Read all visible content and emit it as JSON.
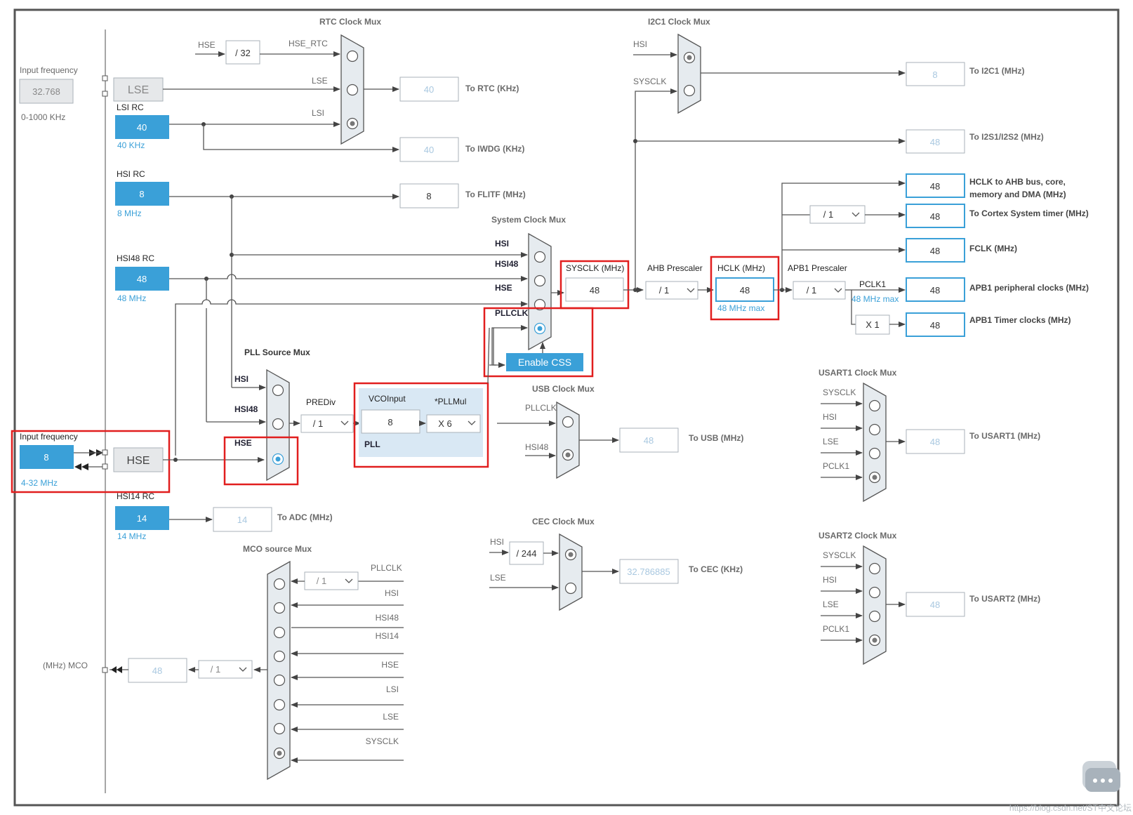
{
  "rtc_mux": {
    "title": "RTC Clock Mux",
    "hse_div": "/ 32",
    "in_hse": "HSE",
    "in_hse_rtc": "HSE_RTC",
    "in_lse": "LSE",
    "in_lsi": "LSI",
    "rtc_value": "40",
    "rtc_label": "To RTC (KHz)",
    "iwdg_value": "40",
    "iwdg_label": "To IWDG (KHz)"
  },
  "lse": {
    "input_label": "Input frequency",
    "input_value": "32.768",
    "range": "0-1000 KHz",
    "name": "LSE"
  },
  "lsi": {
    "title": "LSI RC",
    "value": "40",
    "sub": "40 KHz"
  },
  "hsi": {
    "title": "HSI RC",
    "value": "8",
    "sub": "8 MHz",
    "flitf_value": "8",
    "flitf_label": "To FLITF (MHz)"
  },
  "hsi48": {
    "title": "HSI48 RC",
    "value": "48",
    "sub": "48 MHz"
  },
  "hse": {
    "input_label": "Input frequency",
    "input_value": "8",
    "range": "4-32 MHz",
    "name": "HSE"
  },
  "hsi14": {
    "title": "HSI14 RC",
    "value": "14",
    "sub": "14 MHz",
    "adc_value": "14",
    "adc_label": "To ADC (MHz)"
  },
  "i2c1_mux": {
    "title": "I2C1 Clock Mux",
    "in_hsi": "HSI",
    "in_sysclk": "SYSCLK",
    "value": "8",
    "label": "To I2C1 (MHz)"
  },
  "i2s": {
    "value": "48",
    "label": "To I2S1/I2S2 (MHz)"
  },
  "outputs": {
    "hclk_bus_value": "48",
    "hclk_bus_label_1": "HCLK to AHB bus, core,",
    "hclk_bus_label_2": "memory and DMA (MHz)",
    "systimer_div": "/ 1",
    "systimer_value": "48",
    "systimer_label": "To Cortex System timer (MHz)",
    "fclk_value": "48",
    "fclk_label": "FCLK (MHz)",
    "apb1_periph_value": "48",
    "apb1_periph_label": "APB1 peripheral clocks (MHz)",
    "timer_mul": "X 1",
    "apb1_timer_value": "48",
    "apb1_timer_label": "APB1 Timer clocks (MHz)"
  },
  "sys_mux": {
    "title": "System Clock Mux",
    "in_hsi": "HSI",
    "in_hsi48": "HSI48",
    "in_hse": "HSE",
    "in_pllclk": "PLLCLK",
    "css_button": "Enable CSS"
  },
  "sysclk": {
    "label": "SYSCLK (MHz)",
    "value": "48"
  },
  "ahb": {
    "label": "AHB Prescaler",
    "value": "/ 1"
  },
  "hclk": {
    "label": "HCLK (MHz)",
    "value": "48",
    "note": "48 MHz max"
  },
  "apb1": {
    "label": "APB1 Prescaler",
    "value": "/ 1",
    "pclk1": "PCLK1",
    "pclk1_note": "48 MHz max"
  },
  "pll_mux": {
    "title": "PLL Source Mux",
    "in_hsi": "HSI",
    "in_hsi48": "HSI48",
    "in_hse": "HSE",
    "prediv_label": "PREDiv",
    "prediv_value": "/ 1"
  },
  "pll": {
    "vco_label": "VCOInput",
    "vco_value": "8",
    "mul_label": "*PLLMul",
    "mul_value": "X 6",
    "name": "PLL"
  },
  "usb_mux": {
    "title": "USB Clock Mux",
    "in_pllclk": "PLLCLK",
    "in_hsi48": "HSI48",
    "value": "48",
    "label": "To USB (MHz)"
  },
  "usart1": {
    "title": "USART1 Clock Mux",
    "inputs": [
      "SYSCLK",
      "HSI",
      "LSE",
      "PCLK1"
    ],
    "value": "48",
    "label": "To USART1 (MHz)"
  },
  "usart2": {
    "title": "USART2 Clock Mux",
    "inputs": [
      "SYSCLK",
      "HSI",
      "LSE",
      "PCLK1"
    ],
    "value": "48",
    "label": "To USART2 (MHz)"
  },
  "cec_mux": {
    "title": "CEC Clock Mux",
    "in_hsi": "HSI",
    "div": "/ 244",
    "in_lse": "LSE",
    "value": "32.786885",
    "label": "To CEC (KHz)"
  },
  "mco": {
    "title": "MCO source Mux",
    "inputs": [
      "PLLCLK",
      "HSI",
      "HSI48",
      "HSI14",
      "HSE",
      "LSI",
      "LSE",
      "SYSCLK"
    ],
    "pll_div": "/ 1",
    "div": "/ 1",
    "value": "48",
    "label": "(MHz) MCO"
  },
  "watermark": "https://blog.csdn.net/ST中文论坛"
}
